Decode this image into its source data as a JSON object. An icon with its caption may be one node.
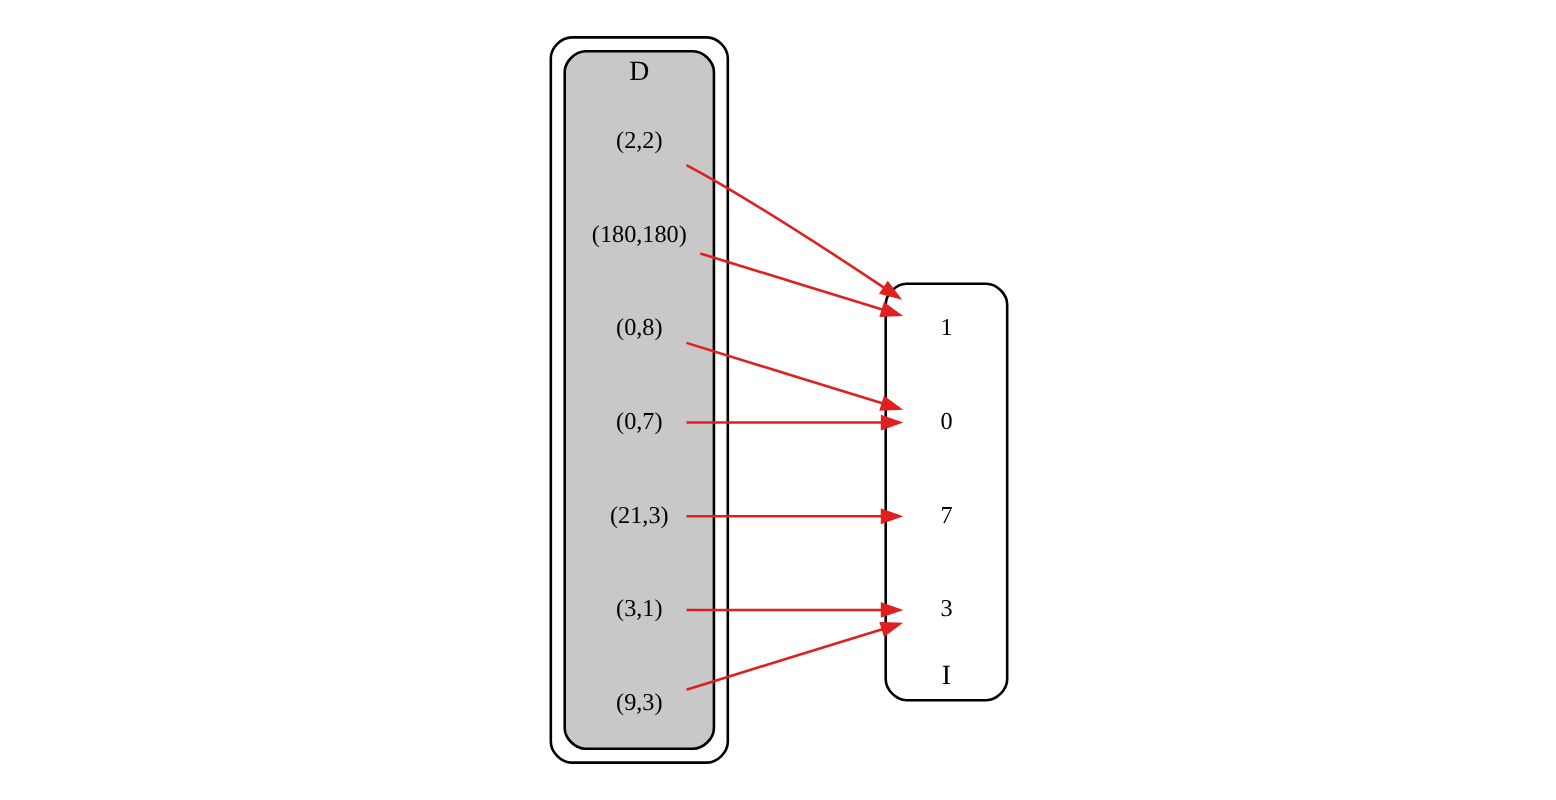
{
  "diagram": {
    "nodes": [
      {
        "text": [],
        "shape": "ellipse"
      },
      {
        "text": [
          "D"
        ],
        "in": 0
      },
      {
        "text": [
          "(2,2)"
        ],
        "in": 1
      },
      {
        "text": [
          "(3,1)"
        ],
        "in": 1
      },
      {
        "text": [
          "(0,8)"
        ],
        "in": 1
      },
      {
        "text": [
          "(21,3)"
        ],
        "in": 1
      },
      {
        "text": [
          "(0,7)"
        ],
        "in": 1
      },
      {
        "text": [
          "(180,180)"
        ],
        "in": 1
      },
      {
        "text": [
          "(9,3)"
        ],
        "in": 1
      },
      {
        "text": [
          "I"
        ]
      },
      {
        "text": [
          "1"
        ],
        "in": 9
      },
      {
        "text": [
          "3"
        ],
        "in": 9
      },
      {
        "text": [
          "0"
        ],
        "in": 9
      },
      {
        "text": [
          "7"
        ],
        "in": 9
      }
    ],
    "edges": [
      {
        "from": 2,
        "to": 10,
        "arrow": "to"
      },
      {
        "from": 3,
        "to": 11,
        "arrow": "to"
      },
      {
        "from": 4,
        "to": 12,
        "arrow": "to"
      },
      {
        "from": 5,
        "to": 13,
        "arrow": "to"
      },
      {
        "from": 6,
        "to": 12,
        "arrow": "to"
      },
      {
        "from": 7,
        "to": 10,
        "arrow": "to"
      },
      {
        "from": 8,
        "to": 11,
        "arrow": "to"
      }
    ]
  }
}
